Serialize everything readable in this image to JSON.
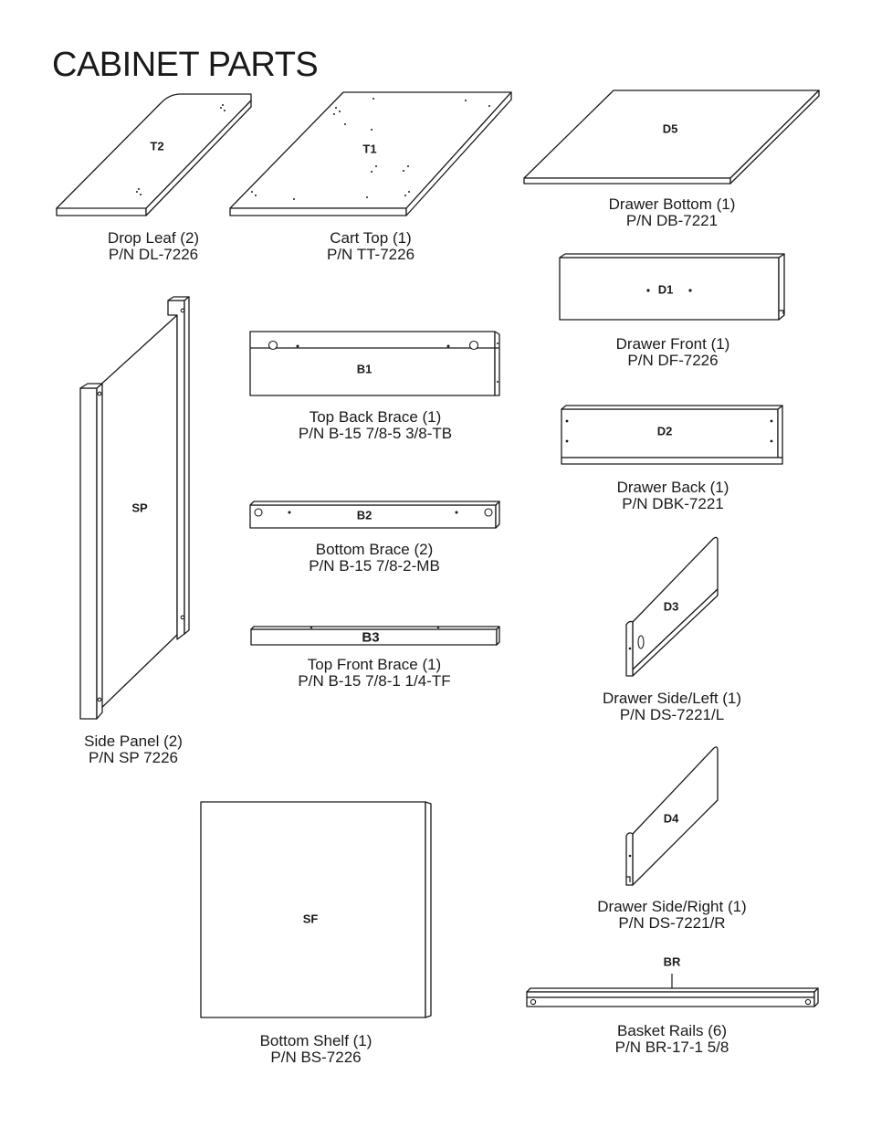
{
  "page": {
    "title": "CABINET PARTS"
  },
  "parts": {
    "drop_leaf": {
      "code": "T2",
      "name": "Drop Leaf (2)",
      "pn": "P/N DL-7226"
    },
    "cart_top": {
      "code": "T1",
      "name": "Cart Top (1)",
      "pn": "P/N TT-7226"
    },
    "drawer_bottom": {
      "code": "D5",
      "name": "Drawer Bottom (1)",
      "pn": "P/N DB-7221"
    },
    "drawer_front": {
      "code": "D1",
      "name": "Drawer Front (1)",
      "pn": "P/N DF-7226"
    },
    "top_back_brace": {
      "code": "B1",
      "name": "Top Back Brace (1)",
      "pn": "P/N B-15 7/8-5 3/8-TB"
    },
    "drawer_back": {
      "code": "D2",
      "name": "Drawer Back (1)",
      "pn": "P/N DBK-7221"
    },
    "side_panel": {
      "code": "SP",
      "name": "Side Panel (2)",
      "pn": "P/N SP 7226"
    },
    "bottom_brace": {
      "code": "B2",
      "name": "Bottom Brace (2)",
      "pn": "P/N B-15 7/8-2-MB"
    },
    "drawer_side_left": {
      "code": "D3",
      "name": "Drawer Side/Left (1)",
      "pn": "P/N DS-7221/L"
    },
    "top_front_brace": {
      "code": "B3",
      "name": "Top Front Brace (1)",
      "pn": "P/N B-15 7/8-1 1/4-TF"
    },
    "drawer_side_right": {
      "code": "D4",
      "name": "Drawer Side/Right (1)",
      "pn": "P/N DS-7221/R"
    },
    "bottom_shelf": {
      "code": "SF",
      "name": "Bottom Shelf (1)",
      "pn": "P/N BS-7226"
    },
    "basket_rails": {
      "code": "BR",
      "name": "Basket Rails (6)",
      "pn": "P/N BR-17-1 5/8"
    }
  }
}
